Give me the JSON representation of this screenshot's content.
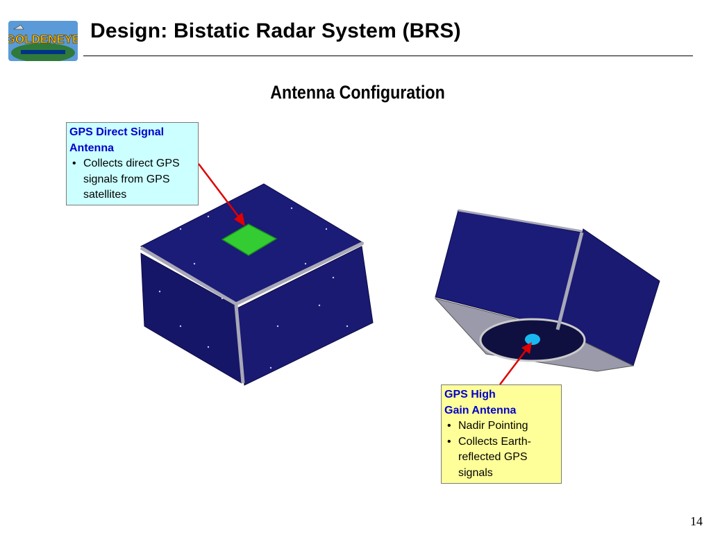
{
  "header": {
    "title": "Design: Bistatic Radar System (BRS)",
    "logo_text": "GOLDENEYE"
  },
  "subtitle": "Antenna Configuration",
  "callouts": {
    "direct": {
      "head_line1": "GPS Direct Signal",
      "head_line2": "Antenna",
      "bullets": [
        "Collects direct GPS signals from GPS satellites"
      ]
    },
    "high_gain": {
      "head_line1": "GPS High",
      "head_line2": "Gain Antenna",
      "bullets": [
        "Nadir Pointing",
        "Collects Earth-reflected GPS signals"
      ]
    }
  },
  "page_number": "14",
  "colors": {
    "panel_blue": "#1b1b78",
    "frame_gray": "#a8a8b8",
    "direct_antenna": "#33cc33",
    "high_gain_antenna": "#1ab8f0",
    "pointer": "#e00000"
  }
}
